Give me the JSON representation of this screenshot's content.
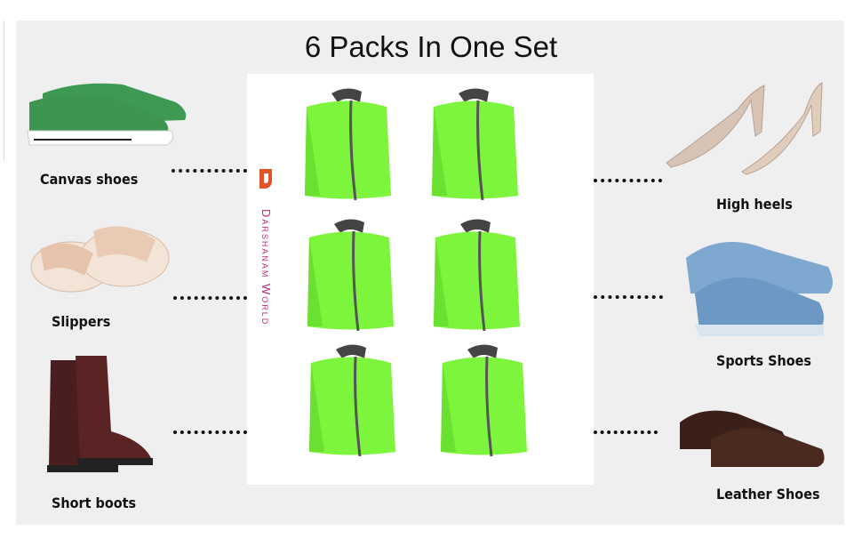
{
  "title": "6 Packs In One Set",
  "brand": {
    "name": "Darshanam World"
  },
  "colors": {
    "bag": "#7cf53c",
    "brand": "#c2287f",
    "panel": "#efefef"
  },
  "left_items": [
    {
      "label": "Canvas shoes"
    },
    {
      "label": "Slippers"
    },
    {
      "label": "Short boots"
    }
  ],
  "right_items": [
    {
      "label": "High heels"
    },
    {
      "label": "Sports Shoes"
    },
    {
      "label": "Leather Shoes"
    }
  ],
  "bag_count": 6
}
